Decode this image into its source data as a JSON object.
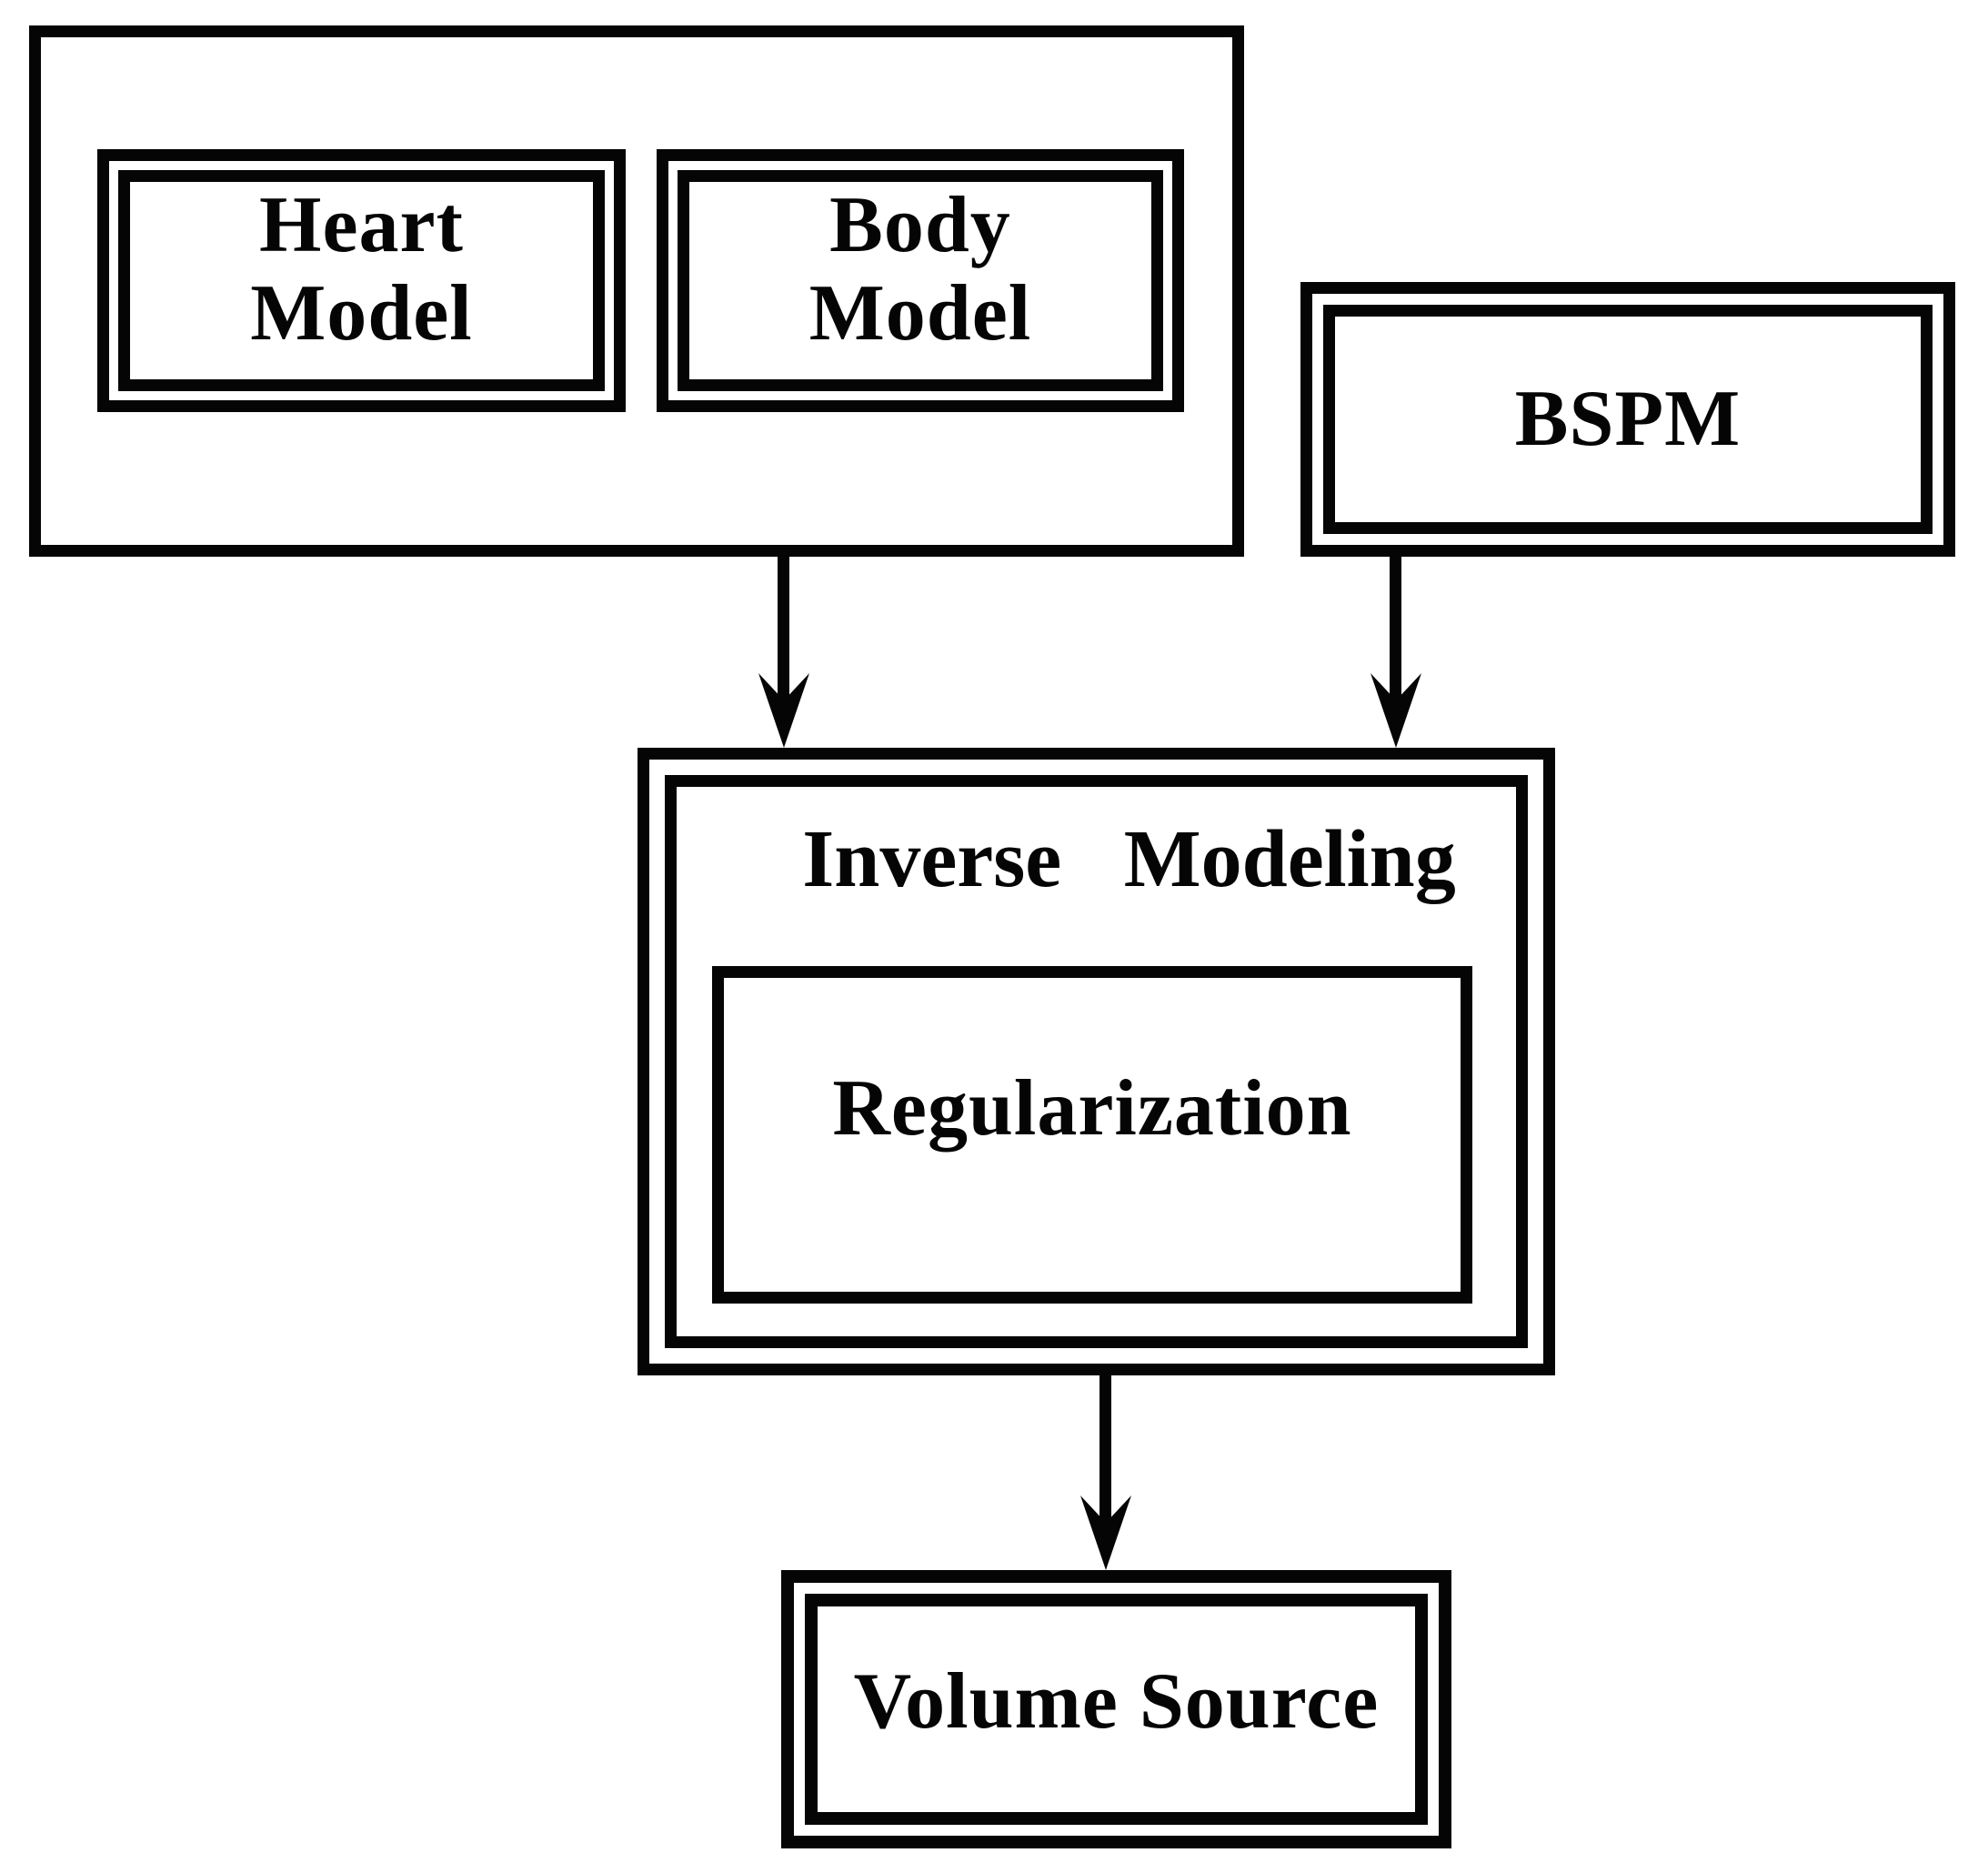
{
  "diagram": {
    "background_color": "#ffffff",
    "line_color": "#050505",
    "boxes": {
      "heart_model": {
        "lines": [
          "Heart",
          "Model"
        ]
      },
      "body_model": {
        "lines": [
          "Body",
          "Model"
        ]
      },
      "bspm": {
        "label": "BSPM"
      },
      "inverse_modeling": {
        "title": "Inverse Modeling"
      },
      "regularization": {
        "label": "Regularization"
      },
      "volume_source": {
        "label": "Volume Source"
      }
    },
    "arrows": [
      {
        "id": "models-to-inverse",
        "from": "models-group",
        "to": "inverse-modeling"
      },
      {
        "id": "bspm-to-inverse",
        "from": "bspm",
        "to": "inverse-modeling"
      },
      {
        "id": "inverse-to-volume",
        "from": "inverse-modeling",
        "to": "volume-source"
      }
    ]
  }
}
